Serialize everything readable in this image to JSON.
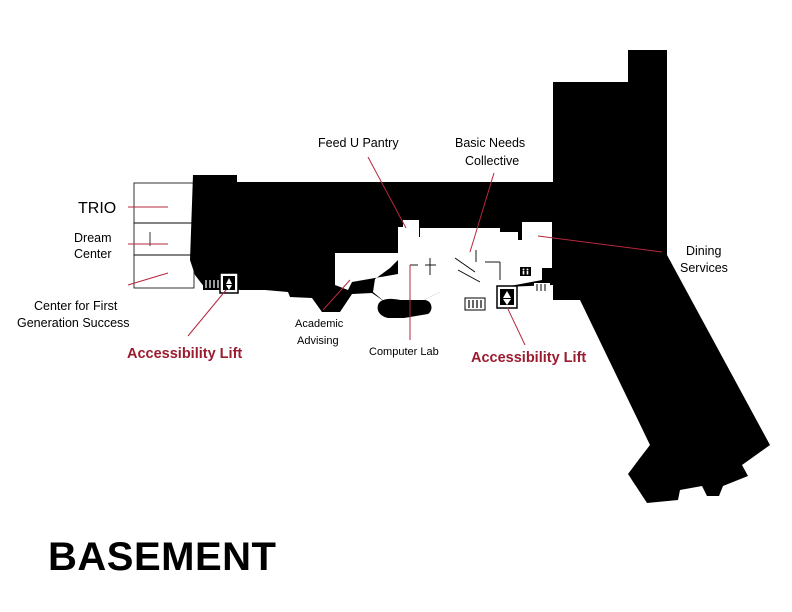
{
  "title": "BASEMENT",
  "labels": {
    "trio": "TRIO",
    "dream_center_1": "Dream",
    "dream_center_2": "Center",
    "first_gen_1": "Center for First",
    "first_gen_2": "Generation Success",
    "feed_u_pantry": "Feed U Pantry",
    "basic_needs_1": "Basic Needs",
    "basic_needs_2": "Collective",
    "dining_1": "Dining",
    "dining_2": "Services",
    "academic_advising_1": "Academic",
    "academic_advising_2": "Advising",
    "computer_lab": "Computer Lab",
    "accessibility_lift_left": "Accessibility Lift",
    "accessibility_lift_right": "Accessibility Lift"
  },
  "icons": {
    "lift": "elevator-icon",
    "stairs": "stairs-icon",
    "restroom": "restroom-icon"
  },
  "colors": {
    "building": "#000000",
    "accent": "#9b1b30",
    "leader_line": "#b5273f",
    "background": "#ffffff"
  }
}
